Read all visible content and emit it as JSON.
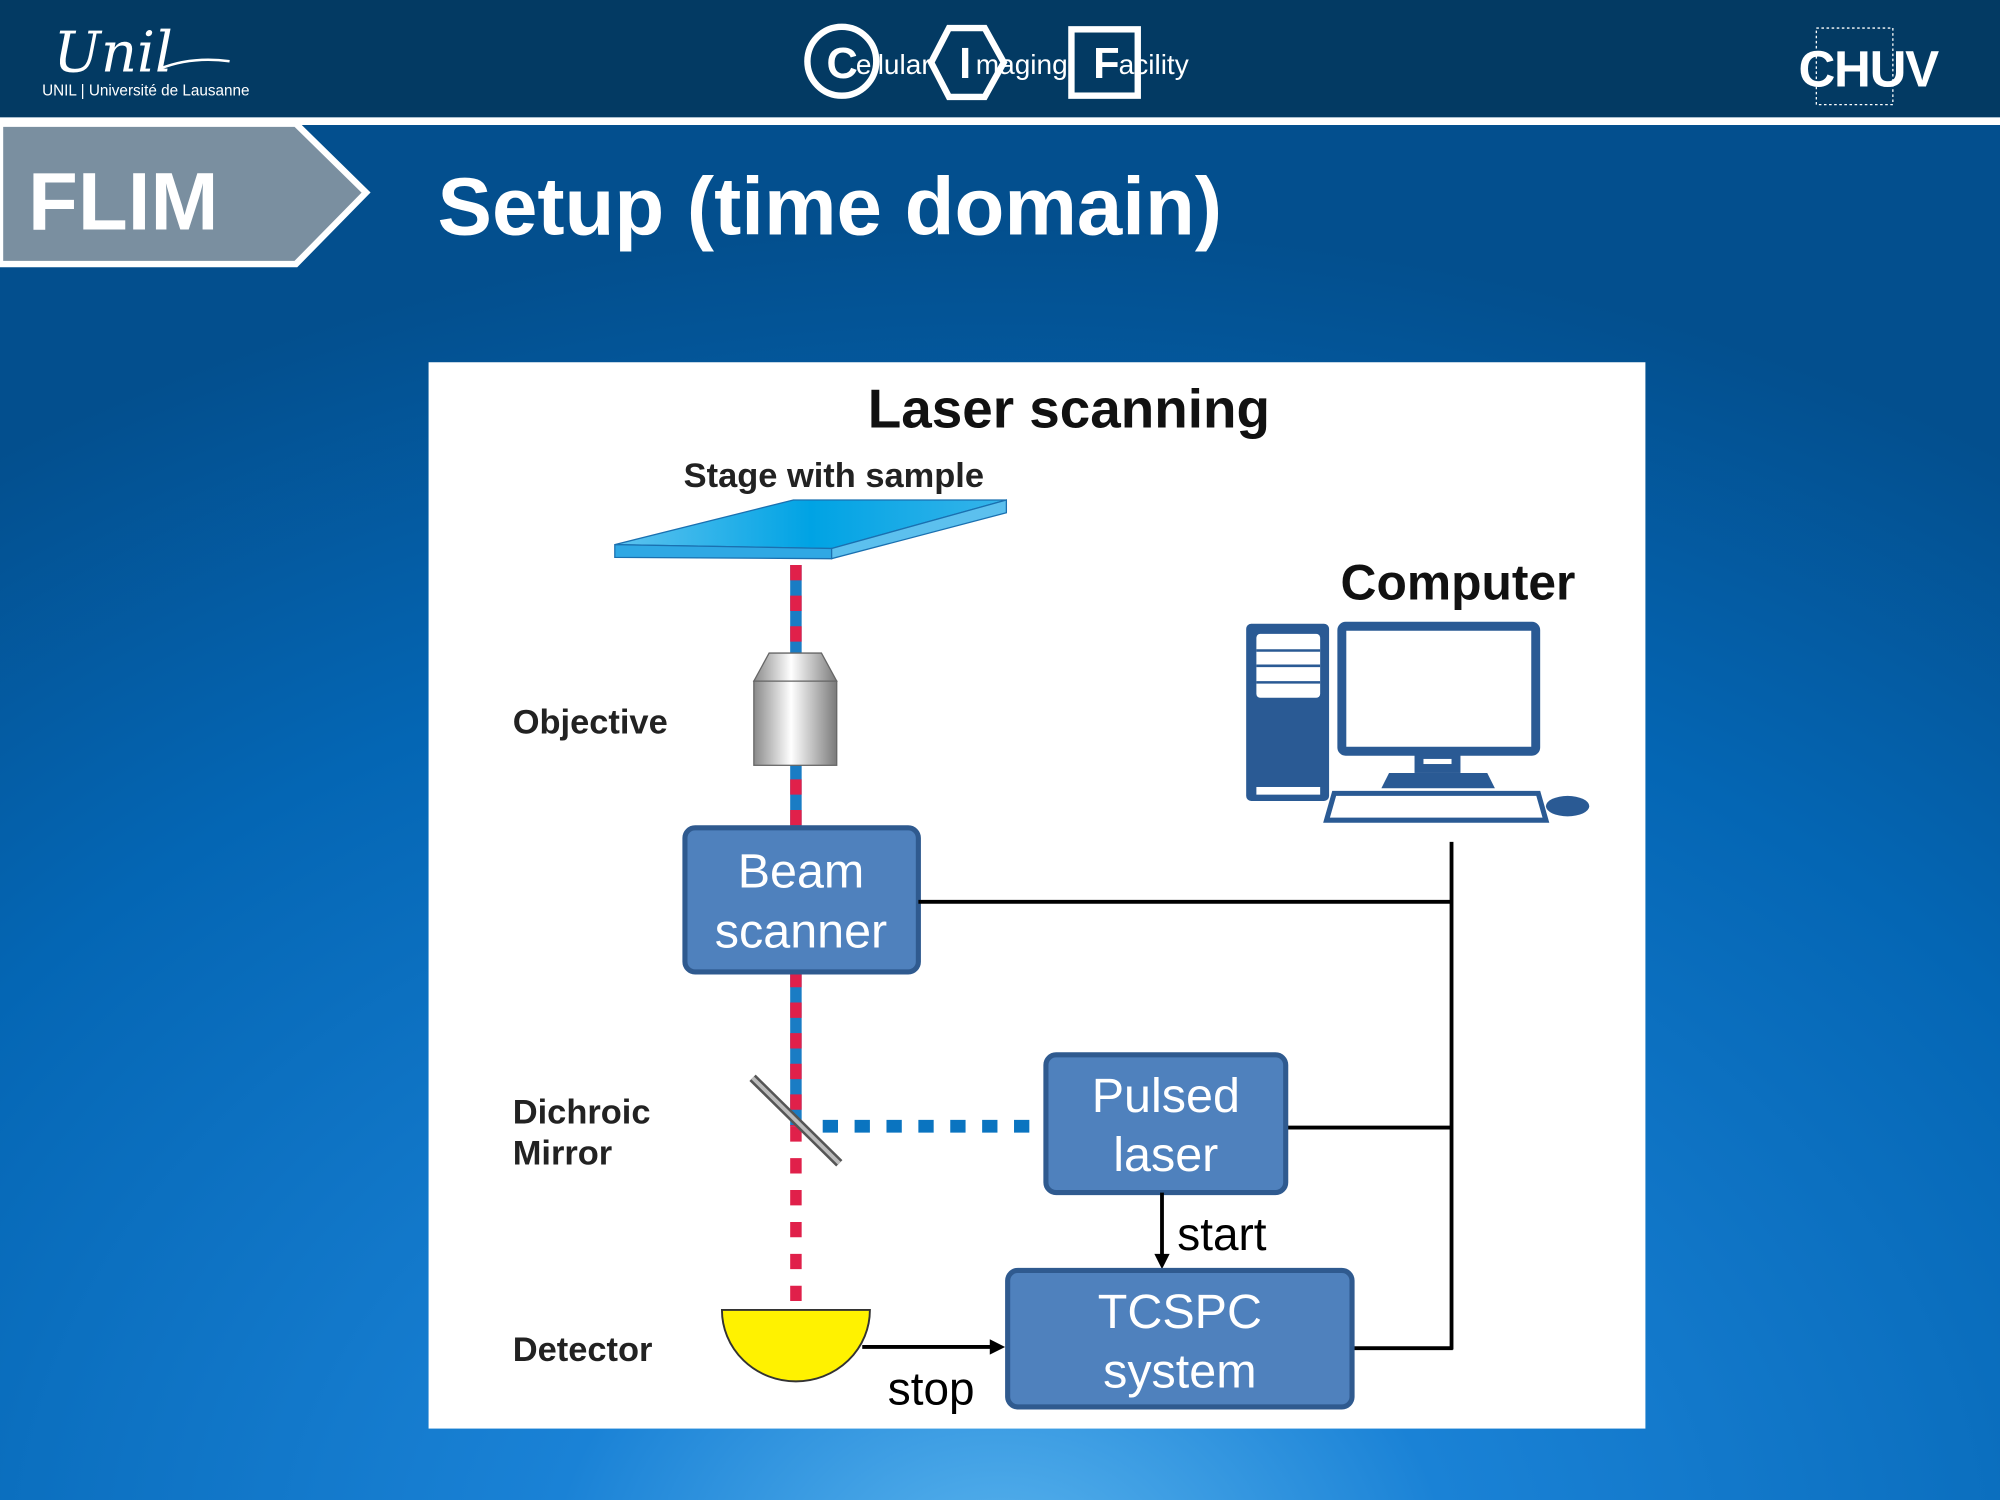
{
  "header": {
    "left_logo": {
      "script": "Unil",
      "caption": "UNIL | Université de Lausanne"
    },
    "center_logo": {
      "c": "C",
      "c_rest": "ellular",
      "i": "I",
      "i_rest": "maging",
      "f": "F",
      "f_rest": "acility"
    },
    "right_logo": {
      "text": "CHUV"
    }
  },
  "slide": {
    "section": "FLIM",
    "title": "Setup (time domain)"
  },
  "diagram": {
    "title": "Laser scanning",
    "stage_label": "Stage with sample",
    "objective_label": "Objective",
    "dichroic_label_1": "Dichroic",
    "dichroic_label_2": "Mirror",
    "detector_label": "Detector",
    "computer_label": "Computer",
    "beam_scanner": [
      "Beam",
      "scanner"
    ],
    "pulsed_laser": [
      "Pulsed",
      "laser"
    ],
    "tcspc": [
      "TCSPC",
      "system"
    ],
    "start_label": "start",
    "stop_label": "stop"
  },
  "colors": {
    "header_bg": "#033a63",
    "box_fill": "#4f81bd",
    "box_stroke": "#2f5a8f",
    "beam_red": "#e0204a",
    "beam_blue": "#1a7cc4",
    "detector": "#fff200",
    "computer": "#2a5a94",
    "section_tab": "#7a8fa0"
  }
}
